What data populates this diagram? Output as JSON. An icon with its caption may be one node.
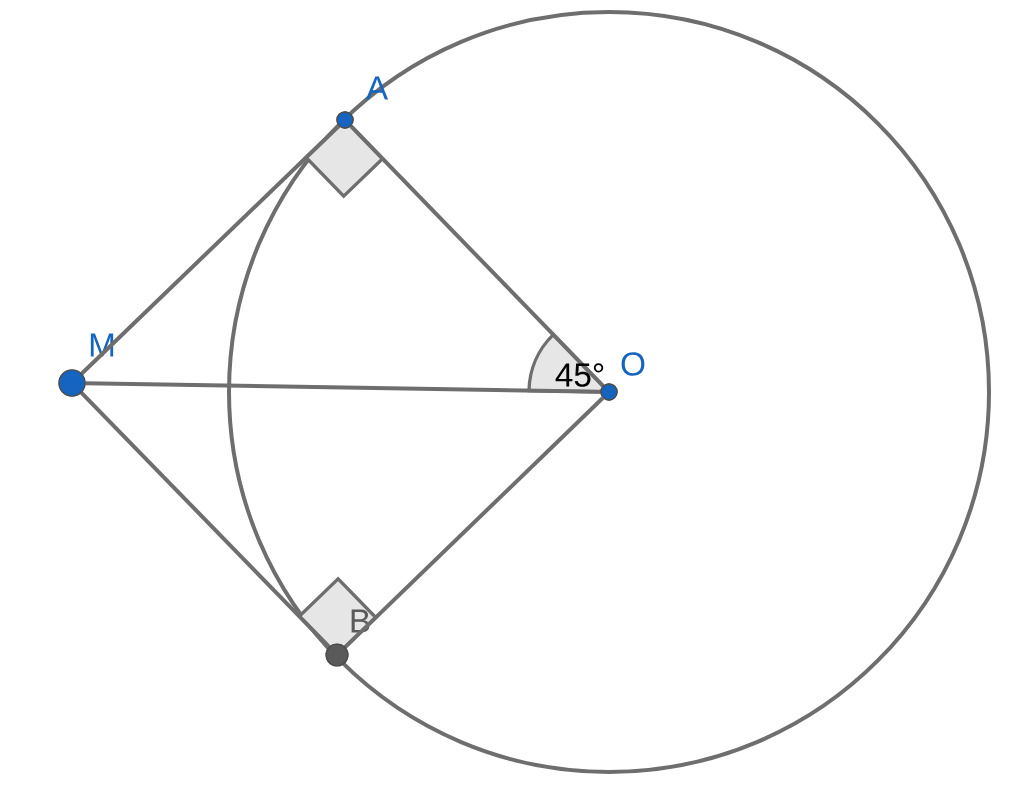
{
  "diagram": {
    "nodes": [
      {
        "text": [
          "A"
        ]
      },
      {
        "text": [
          "M"
        ]
      },
      {
        "text": [
          "O"
        ]
      },
      {
        "text": [
          "B"
        ]
      }
    ],
    "edges": [
      {
        "from": 1,
        "to": 0,
        "arrow": "none"
      },
      {
        "from": 1,
        "to": 3,
        "arrow": "none"
      },
      {
        "from": 1,
        "to": 2,
        "arrow": "none"
      },
      {
        "from": 0,
        "to": 2,
        "arrow": "none"
      },
      {
        "from": 3,
        "to": 2,
        "arrow": "none"
      }
    ],
    "labels": [
      "45°"
    ]
  }
}
